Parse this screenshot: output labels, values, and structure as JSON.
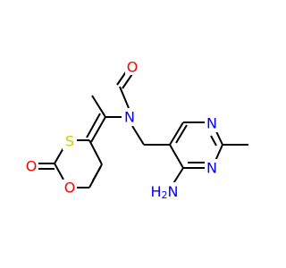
{
  "molecule": {
    "atoms": {
      "O_formyl": {
        "label": "O",
        "color": "#ff0000"
      },
      "N_amide": {
        "label": "N",
        "color": "#0000ff"
      },
      "S_ring": {
        "label": "S",
        "color": "#cccc00"
      },
      "O_carbonyl": {
        "label": "O",
        "color": "#ff0000"
      },
      "O_ring": {
        "label": "O",
        "color": "#ff0000"
      },
      "N_pyr_top": {
        "label": "N",
        "color": "#0000ff"
      },
      "N_pyr_bottom": {
        "label": "N",
        "color": "#0000ff"
      },
      "N_amino": {
        "label": "H2N",
        "color": "#0000ff"
      }
    }
  }
}
